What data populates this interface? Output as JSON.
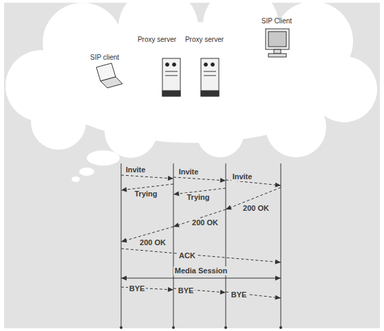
{
  "diagram": {
    "nodes": [
      {
        "text": [
          "SIP client"
        ]
      },
      {
        "text": [
          "Proxy server"
        ]
      },
      {
        "text": [
          "Proxy server"
        ]
      },
      {
        "text": [
          "SIP Client"
        ]
      }
    ],
    "edges": [
      {
        "from": 0,
        "to": 1,
        "arrow": "to",
        "label": "Invite"
      },
      {
        "from": 1,
        "to": 2,
        "arrow": "to",
        "label": "Invite"
      },
      {
        "from": 2,
        "to": 3,
        "arrow": "to",
        "label": "Invite"
      },
      {
        "from": 1,
        "to": 0,
        "arrow": "to",
        "label": "Trying"
      },
      {
        "from": 2,
        "to": 1,
        "arrow": "to",
        "label": "Trying"
      },
      {
        "from": 3,
        "to": 2,
        "arrow": "to",
        "label": "200 OK"
      },
      {
        "from": 2,
        "to": 1,
        "arrow": "to",
        "label": "200 OK"
      },
      {
        "from": 1,
        "to": 0,
        "arrow": "to",
        "label": "200 OK"
      },
      {
        "from": 0,
        "to": 3,
        "arrow": "to",
        "label": "ACK"
      },
      {
        "from": 0,
        "to": 3,
        "arrow": "both",
        "label": "Media Session"
      },
      {
        "from": 0,
        "to": 1,
        "arrow": "to",
        "label": "BYE"
      },
      {
        "from": 1,
        "to": 2,
        "arrow": "to",
        "label": "BYE"
      },
      {
        "from": 2,
        "to": 3,
        "arrow": "to",
        "label": "BYE"
      }
    ]
  }
}
